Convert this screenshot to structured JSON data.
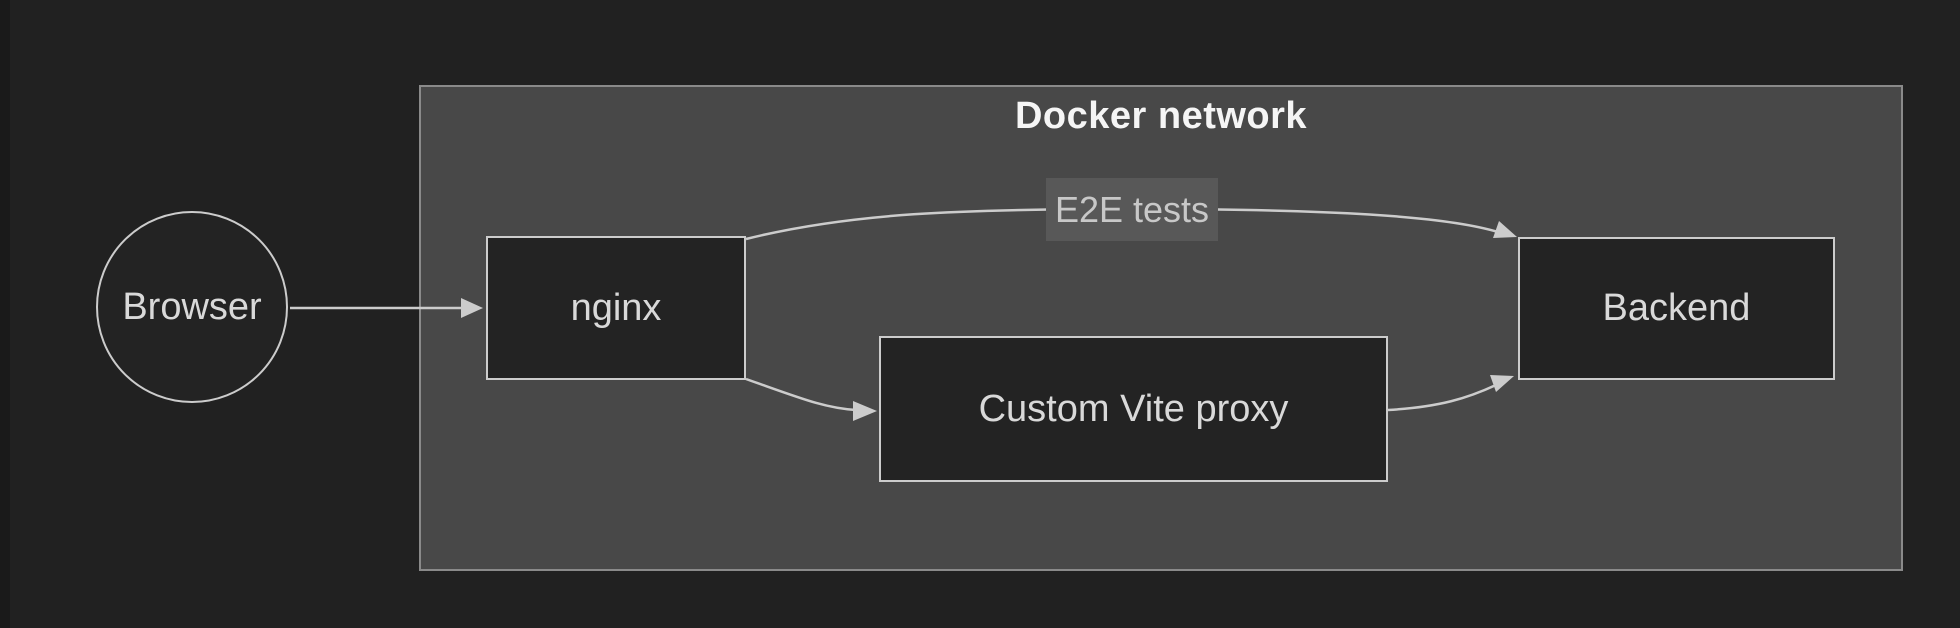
{
  "diagram": {
    "cluster": {
      "label": "Docker network"
    },
    "nodes": [
      {
        "id": "browser",
        "label": "Browser",
        "shape": "circle"
      },
      {
        "id": "nginx",
        "label": "nginx",
        "shape": "rect"
      },
      {
        "id": "vite",
        "label": "Custom Vite proxy",
        "shape": "rect"
      },
      {
        "id": "backend",
        "label": "Backend",
        "shape": "rect"
      }
    ],
    "edges": [
      {
        "from": "browser",
        "to": "nginx",
        "label": ""
      },
      {
        "from": "nginx",
        "to": "backend",
        "label": "E2E tests"
      },
      {
        "from": "nginx",
        "to": "vite",
        "label": ""
      },
      {
        "from": "vite",
        "to": "backend",
        "label": ""
      }
    ]
  },
  "colors": {
    "background": "#212121",
    "cluster_fill": "#484848",
    "cluster_border": "#8a8a8a",
    "cluster_label_text": "#f5f5f5",
    "node_fill": "#232323",
    "node_border": "#cccccc",
    "node_text": "#d9d9d9",
    "edge": "#cccccc",
    "edge_label_bg": "#585858",
    "edge_label_text": "#c8c8c8"
  }
}
